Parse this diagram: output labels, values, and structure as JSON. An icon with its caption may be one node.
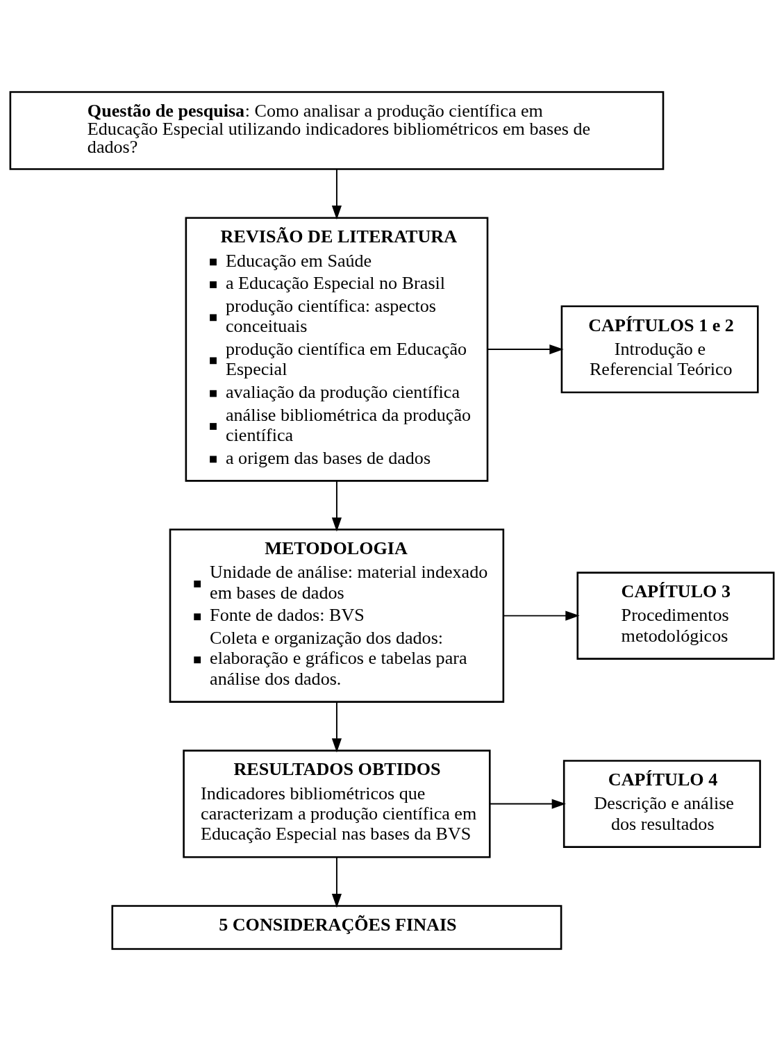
{
  "diagram": {
    "nodes": [
      {
        "text": [
          "**Questão de pesquisa**: Como analisar a produção científica em Educação Especial utilizando indicadores bibliométricos em bases de dados?"
        ]
      },
      {
        "text": [
          "REVISÃO DE LITERATURA",
          "Educação em Saúde",
          "a Educação Especial no Brasil",
          "produção científica: aspectos conceituais",
          "produção científica em Educação Especial",
          "avaliação da produção científica",
          "análise bibliométrica da produção científica",
          "a origem das bases de dados"
        ]
      },
      {
        "text": [
          "CAPÍTULOS 1 e 2",
          "Introdução e Referencial Teórico"
        ]
      },
      {
        "text": [
          "METODOLOGIA",
          "Unidade de análise: material indexado em bases de dados",
          "Fonte de dados: BVS",
          "Coleta e organização dos dados: elaboração e gráficos e tabelas para análise dos dados."
        ]
      },
      {
        "text": [
          "CAPÍTULO 3",
          "Procedimentos metodológicos"
        ]
      },
      {
        "text": [
          "RESULTADOS OBTIDOS",
          "Indicadores bibliométricos que caracterizam a produção científica em Educação Especial nas bases da BVS"
        ]
      },
      {
        "text": [
          "CAPÍTULO 4",
          "Descrição e análise dos resultados"
        ]
      },
      {
        "text": [
          "5 CONSIDERAÇÕES FINAIS"
        ]
      }
    ],
    "edges": [
      {
        "from": 0,
        "to": 1,
        "arrow": "to"
      },
      {
        "from": 1,
        "to": 2,
        "arrow": "to"
      },
      {
        "from": 1,
        "to": 3,
        "arrow": "to"
      },
      {
        "from": 3,
        "to": 4,
        "arrow": "to"
      },
      {
        "from": 3,
        "to": 5,
        "arrow": "to"
      },
      {
        "from": 5,
        "to": 6,
        "arrow": "to"
      },
      {
        "from": 5,
        "to": 7,
        "arrow": "to"
      }
    ]
  }
}
